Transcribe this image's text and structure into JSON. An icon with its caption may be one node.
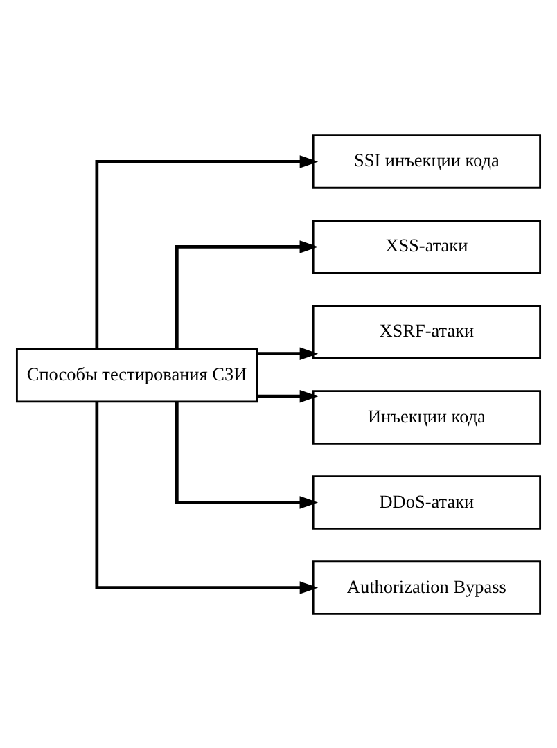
{
  "diagram": {
    "nodes": [
      {
        "text": [
          "Способы тестирования СЗИ"
        ]
      },
      {
        "text": [
          "SSI инъекции кода"
        ]
      },
      {
        "text": [
          "XSS-атаки"
        ]
      },
      {
        "text": [
          "XSRF-атаки"
        ]
      },
      {
        "text": [
          "Инъекции кода"
        ]
      },
      {
        "text": [
          "DDoS-атаки"
        ]
      },
      {
        "text": [
          "Authorization Bypass"
        ]
      }
    ],
    "edges": [
      {
        "from": 0,
        "to": 1,
        "arrow": "to"
      },
      {
        "from": 0,
        "to": 2,
        "arrow": "to"
      },
      {
        "from": 0,
        "to": 3,
        "arrow": "to"
      },
      {
        "from": 0,
        "to": 4,
        "arrow": "to"
      },
      {
        "from": 0,
        "to": 5,
        "arrow": "to"
      },
      {
        "from": 0,
        "to": 6,
        "arrow": "to"
      }
    ]
  }
}
